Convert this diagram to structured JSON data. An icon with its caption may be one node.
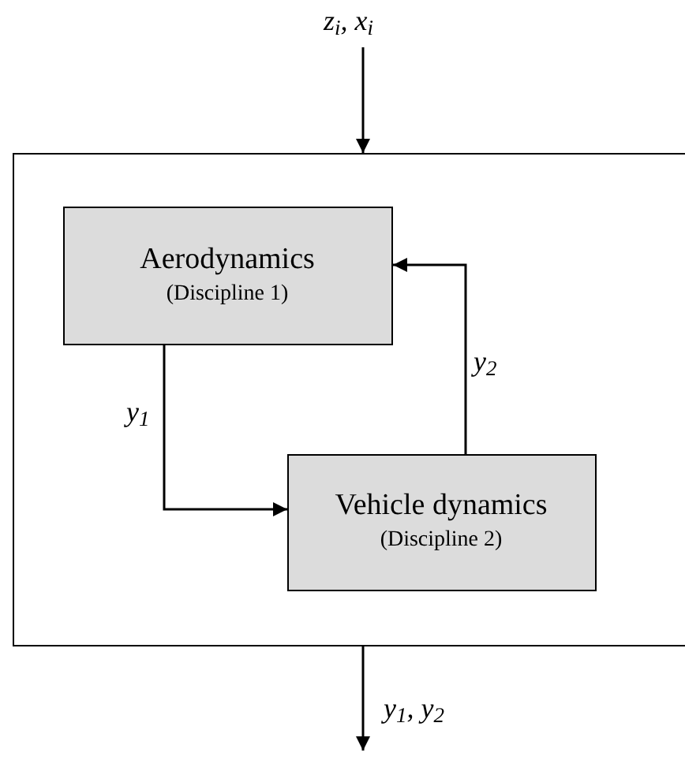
{
  "diagram": {
    "nodes": [
      {
        "text": [],
        "shape": "box"
      },
      {
        "text": [
          "Aerodynamics",
          "(Discipline 1)"
        ],
        "in": 0
      },
      {
        "text": [
          "Vehicle dynamics",
          "(Discipline 2)"
        ],
        "in": 0
      }
    ],
    "edges": [
      {
        "from": null,
        "to": 0,
        "arrow": "to",
        "label": "z$_{i}$, x$_{i}$"
      },
      {
        "from": 1,
        "to": 2,
        "arrow": "to",
        "label": "y$_{1}$"
      },
      {
        "from": 2,
        "to": 1,
        "arrow": "to",
        "label": "y$_{2}$"
      },
      {
        "from": 0,
        "to": null,
        "arrow": "to",
        "label": "y$_{1}$, y$_{2}$"
      }
    ]
  }
}
